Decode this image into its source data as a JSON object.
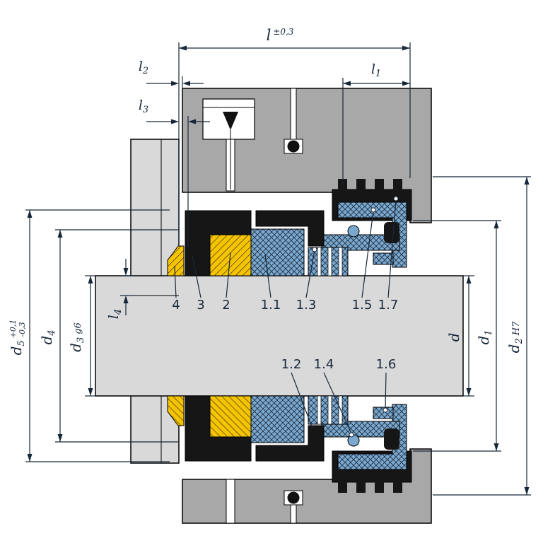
{
  "colors": {
    "background": "#ffffff",
    "housing": "#a8a8a8",
    "steel": "#d9d9d9",
    "seat_yellow": "#f5c400",
    "metal_blue": "#7aa8cf",
    "elastomer_black": "#161616",
    "dim": "#17273a"
  },
  "dims": {
    "l": {
      "main": "l",
      "sup": "±0,3"
    },
    "l1": {
      "main": "l",
      "sub": "1"
    },
    "l2": {
      "main": "l",
      "sub": "2"
    },
    "l3": {
      "main": "l",
      "sub": "3"
    },
    "l4": {
      "main": "l",
      "sub": "4"
    },
    "d": {
      "main": "d"
    },
    "d1": {
      "main": "d",
      "sub": "1"
    },
    "d2": {
      "main": "d",
      "sub": "2",
      "suffix": "H7"
    },
    "d3": {
      "main": "d",
      "sub": "3",
      "suffix": "g6"
    },
    "d4": {
      "main": "d",
      "sub": "4"
    },
    "d5": {
      "main": "d",
      "sub": "5",
      "tol_plus": "+0,1",
      "tol_minus": "-0,3"
    }
  },
  "parts": [
    {
      "label": "4"
    },
    {
      "label": "3"
    },
    {
      "label": "2"
    },
    {
      "label": "1.1"
    },
    {
      "label": "1.3"
    },
    {
      "label": "1.5"
    },
    {
      "label": "1.7"
    },
    {
      "label": "1.2"
    },
    {
      "label": "1.4"
    },
    {
      "label": "1.6"
    }
  ]
}
